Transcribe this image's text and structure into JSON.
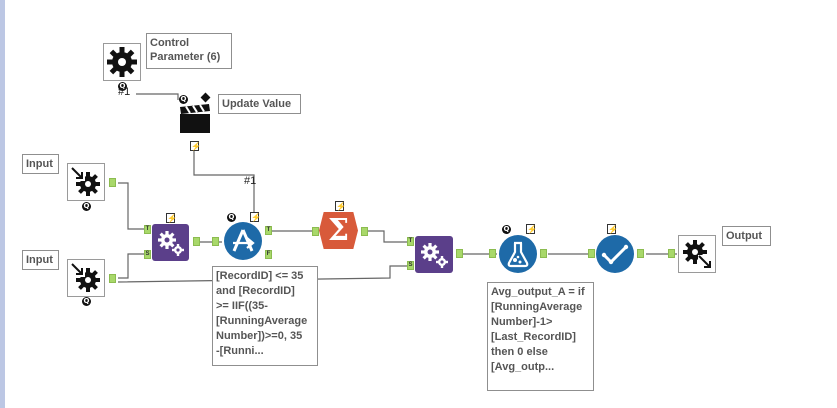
{
  "canvas": {
    "connection_color": "#666666",
    "anchor_color": "#a8d86a",
    "transform_color": "#5b3f8a",
    "formula_color": "#1e6aa8",
    "summarize_color": "#d85a3a"
  },
  "tools": {
    "control_parameter": {
      "icon": "gear-icon",
      "label": "Control\nParameter (6)",
      "connection_label": "#1"
    },
    "update_value": {
      "icon": "clapperboard-icon",
      "label": "Update Value",
      "connection_label": "#1"
    },
    "input_1": {
      "icon": "input-arrow-icon",
      "label": "Input"
    },
    "input_2": {
      "icon": "input-arrow-icon",
      "label": "Input"
    },
    "join_1": {
      "icon": "join-gears-icon",
      "anchor_t": "T",
      "anchor_s": "S"
    },
    "filter": {
      "icon": "filter-icon",
      "anchor_t": "T",
      "anchor_f": "F",
      "annotation": "[RecordID] <= 35\nand [RecordID]\n>= IIF((35-\n[RunningAverage\nNumber])>=0, 35\n-[Runni..."
    },
    "summarize": {
      "icon": "sigma-icon",
      "glyph": "Σ"
    },
    "join_2": {
      "icon": "join-gears-icon",
      "anchor_t": "T",
      "anchor_s": "S"
    },
    "formula": {
      "icon": "flask-icon",
      "annotation": "Avg_output_A = if\n[RunningAverage\nNumber]-1>\n[Last_RecordID]\nthen 0 else\n[Avg_outp..."
    },
    "select": {
      "icon": "checkmark-icon"
    },
    "output": {
      "icon": "output-arrow-icon",
      "label": "Output"
    }
  }
}
